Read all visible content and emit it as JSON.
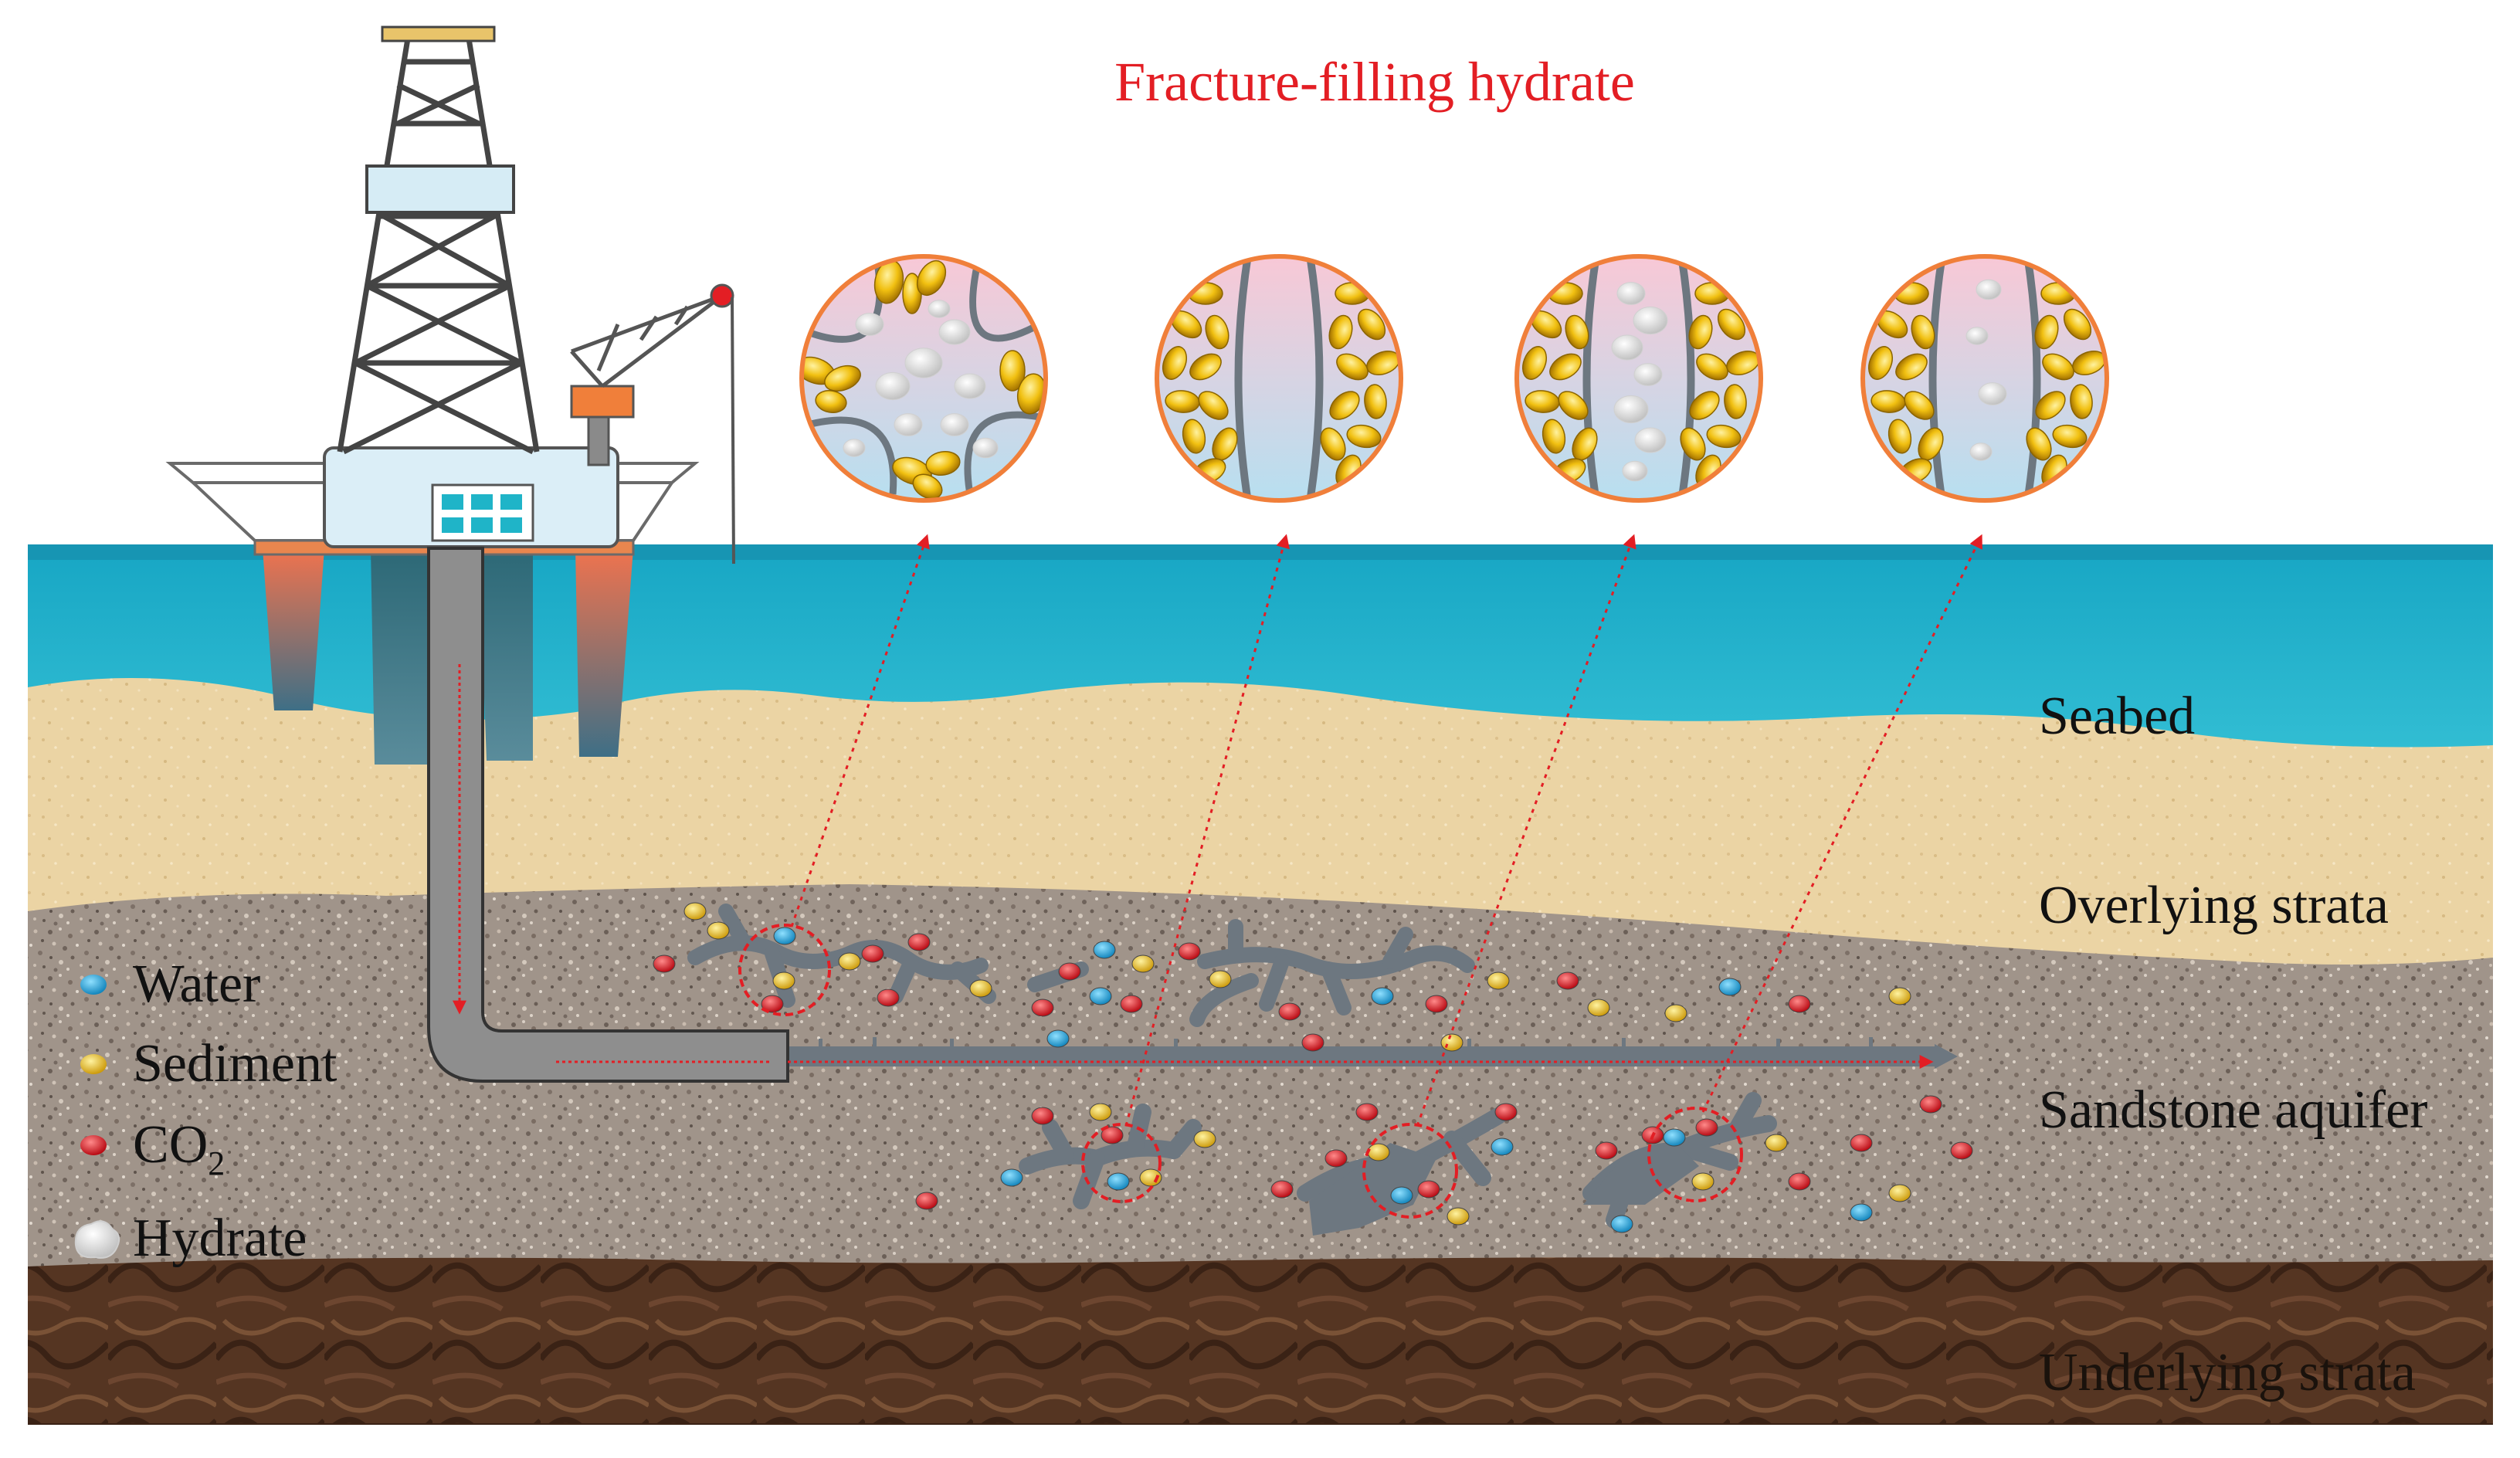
{
  "title": "Fracture-filling hydrate",
  "layers": {
    "seabed": "Seabed",
    "overlying": "Overlying strata",
    "aquifer": "Sandstone aquifer",
    "underlying": "Underlying strata"
  },
  "legend": [
    {
      "key": "water",
      "label": "Water",
      "color": "#19a2dc"
    },
    {
      "key": "sediment",
      "label": "Sediment",
      "color": "#f0c010"
    },
    {
      "key": "co2",
      "label": "CO",
      "sub": "2",
      "color": "#e0141e"
    },
    {
      "key": "hydrate",
      "label": "Hydrate",
      "color": "#f2f2f2"
    }
  ],
  "colors": {
    "title": "#e31e24",
    "sea": "#3cc8dc",
    "sand": "#ead2a2",
    "strata": "#a0948a",
    "underlying": "#5a3a26",
    "pipe": "#8e8e8e",
    "fracture": "#6d7780",
    "arrow": "#e31e24",
    "circle_border": "#f07f3a"
  },
  "insets": [
    {
      "name": "inset-1",
      "pattern": "cross"
    },
    {
      "name": "inset-2",
      "pattern": "vertical-gap"
    },
    {
      "name": "inset-3",
      "pattern": "vertical-hydrate"
    },
    {
      "name": "inset-4",
      "pattern": "vertical-hydrate-sparse"
    }
  ]
}
